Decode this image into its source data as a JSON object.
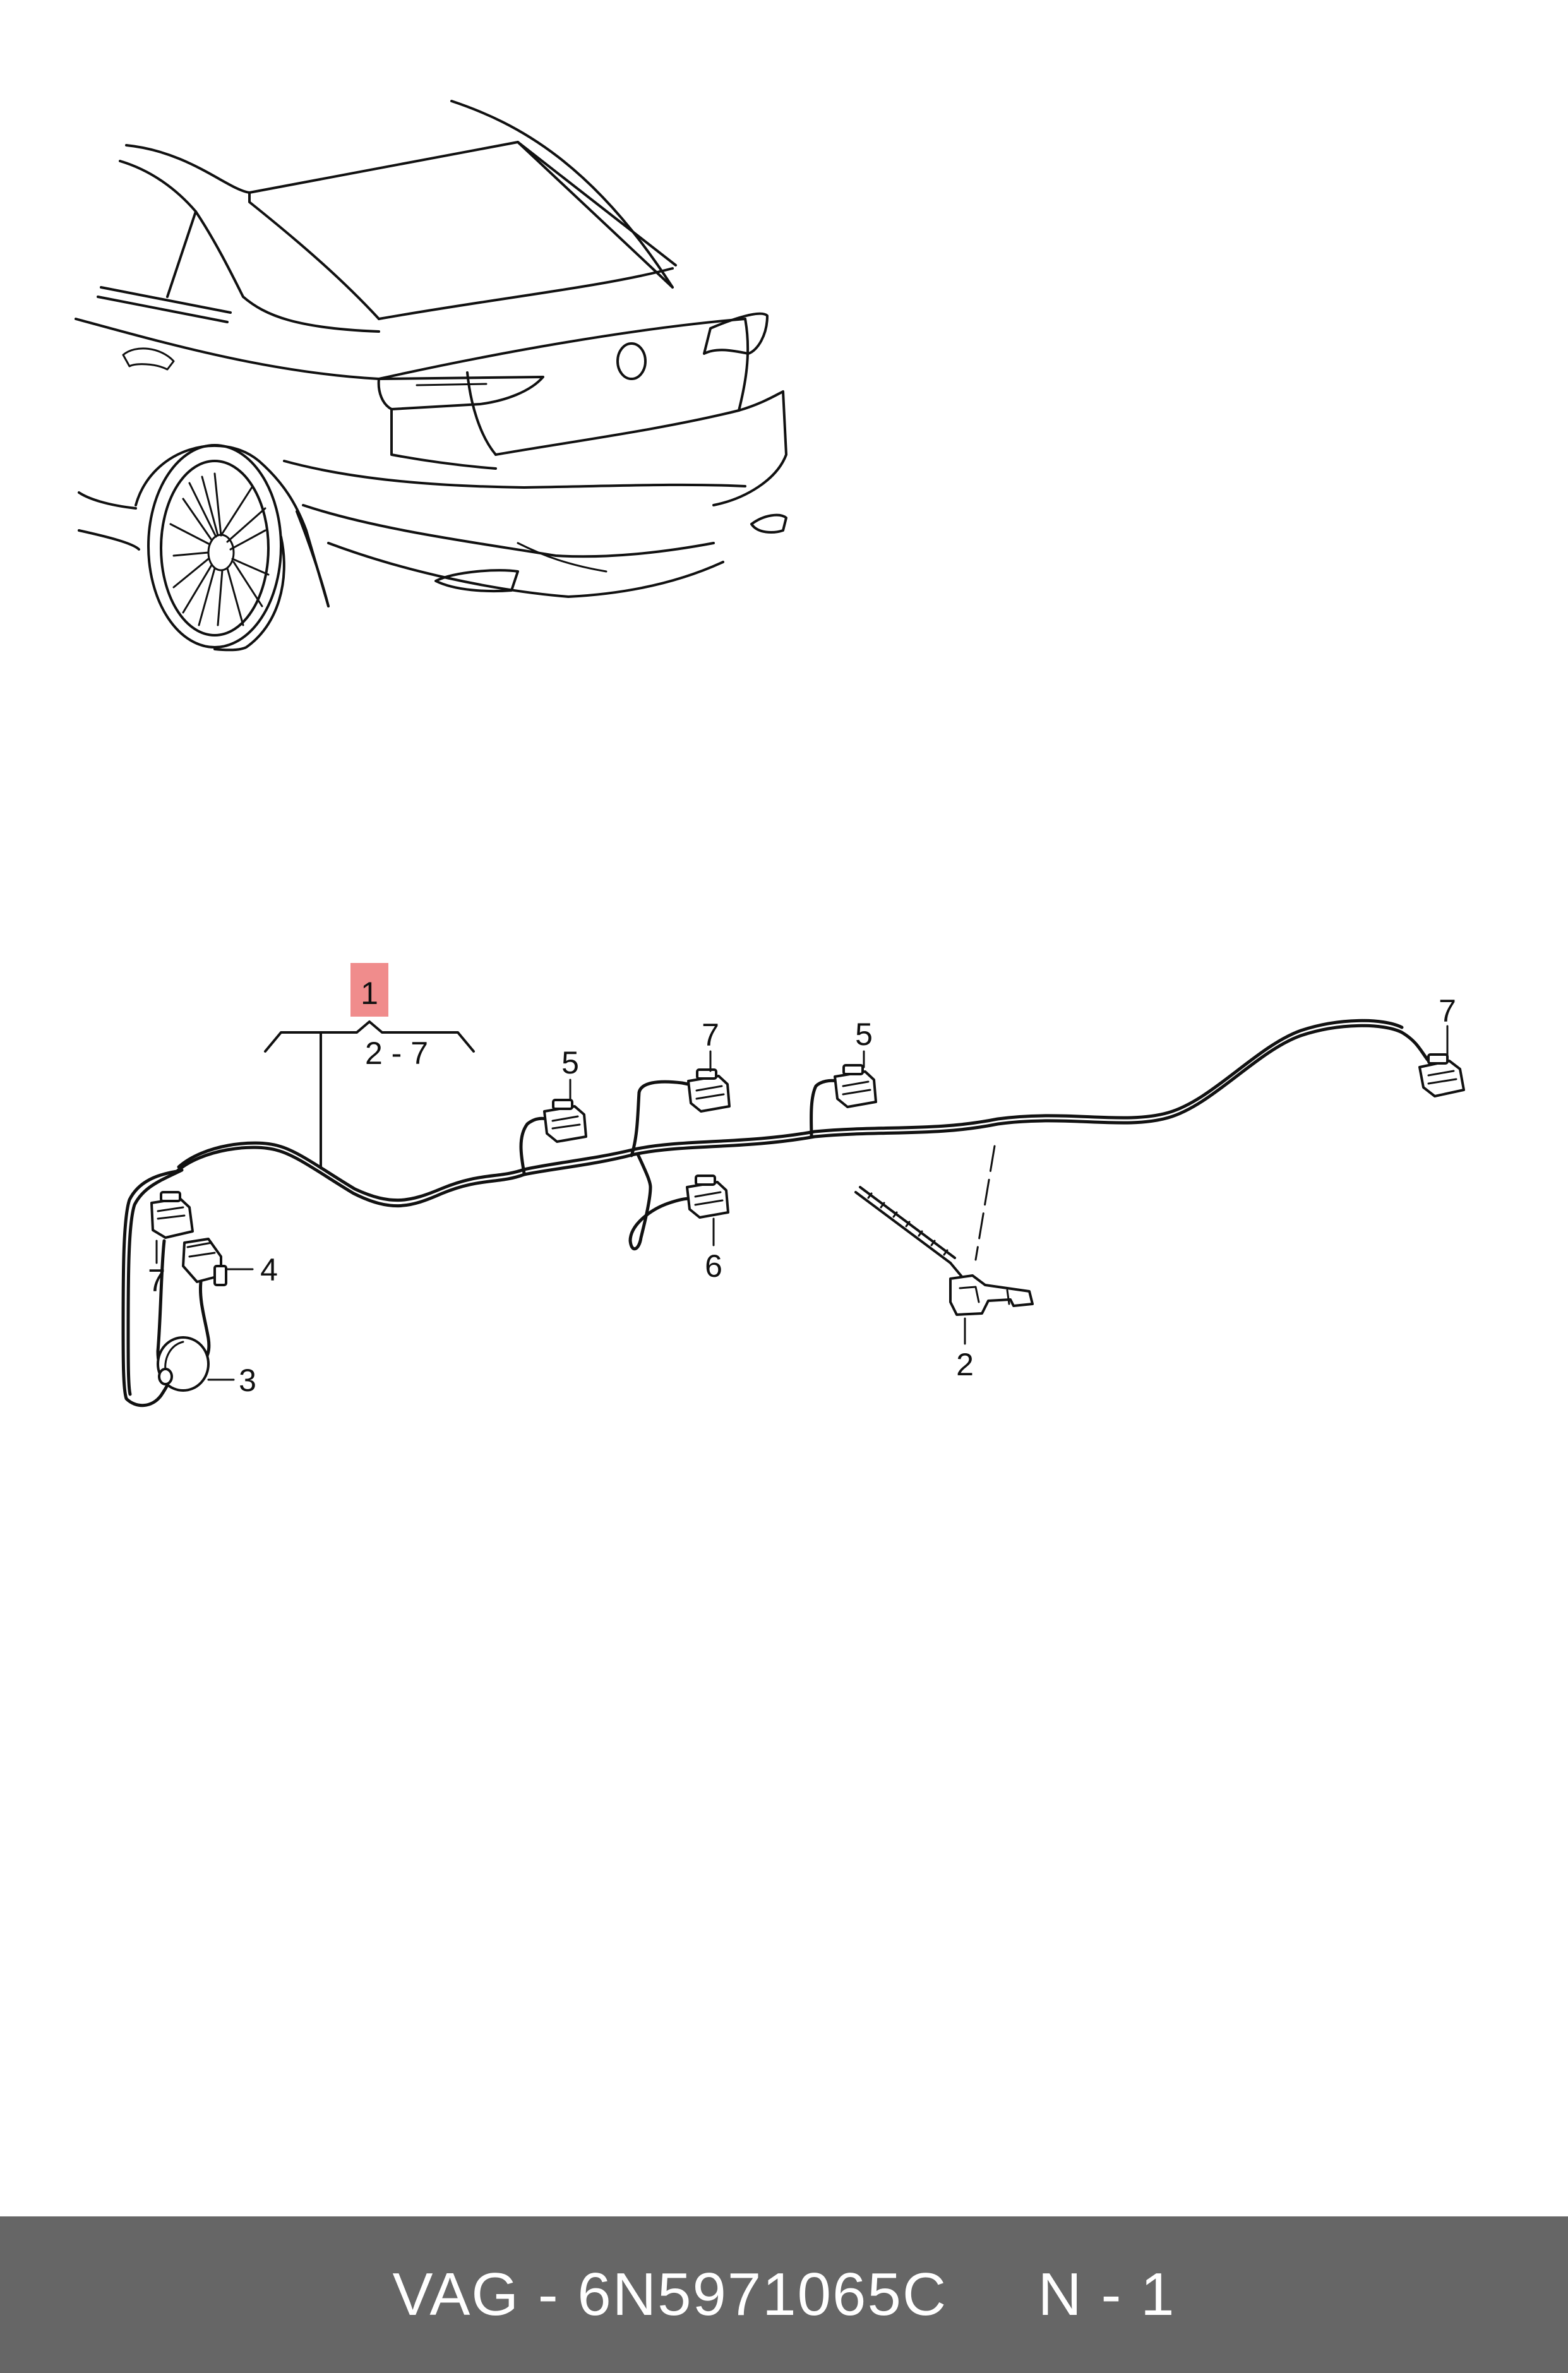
{
  "callouts": {
    "main": "1",
    "range": "2 - 7",
    "c2": "2",
    "c3": "3",
    "c4": "4",
    "c5a": "5",
    "c5b": "5",
    "c6": "6",
    "c7a": "7",
    "c7b": "7",
    "c7c": "7"
  },
  "footer": {
    "text": "VAG - 6N5971065C     N - 1"
  },
  "colors": {
    "highlight": "#f08c8c",
    "footer_bg": "#666666",
    "footer_text": "#ffffff"
  }
}
